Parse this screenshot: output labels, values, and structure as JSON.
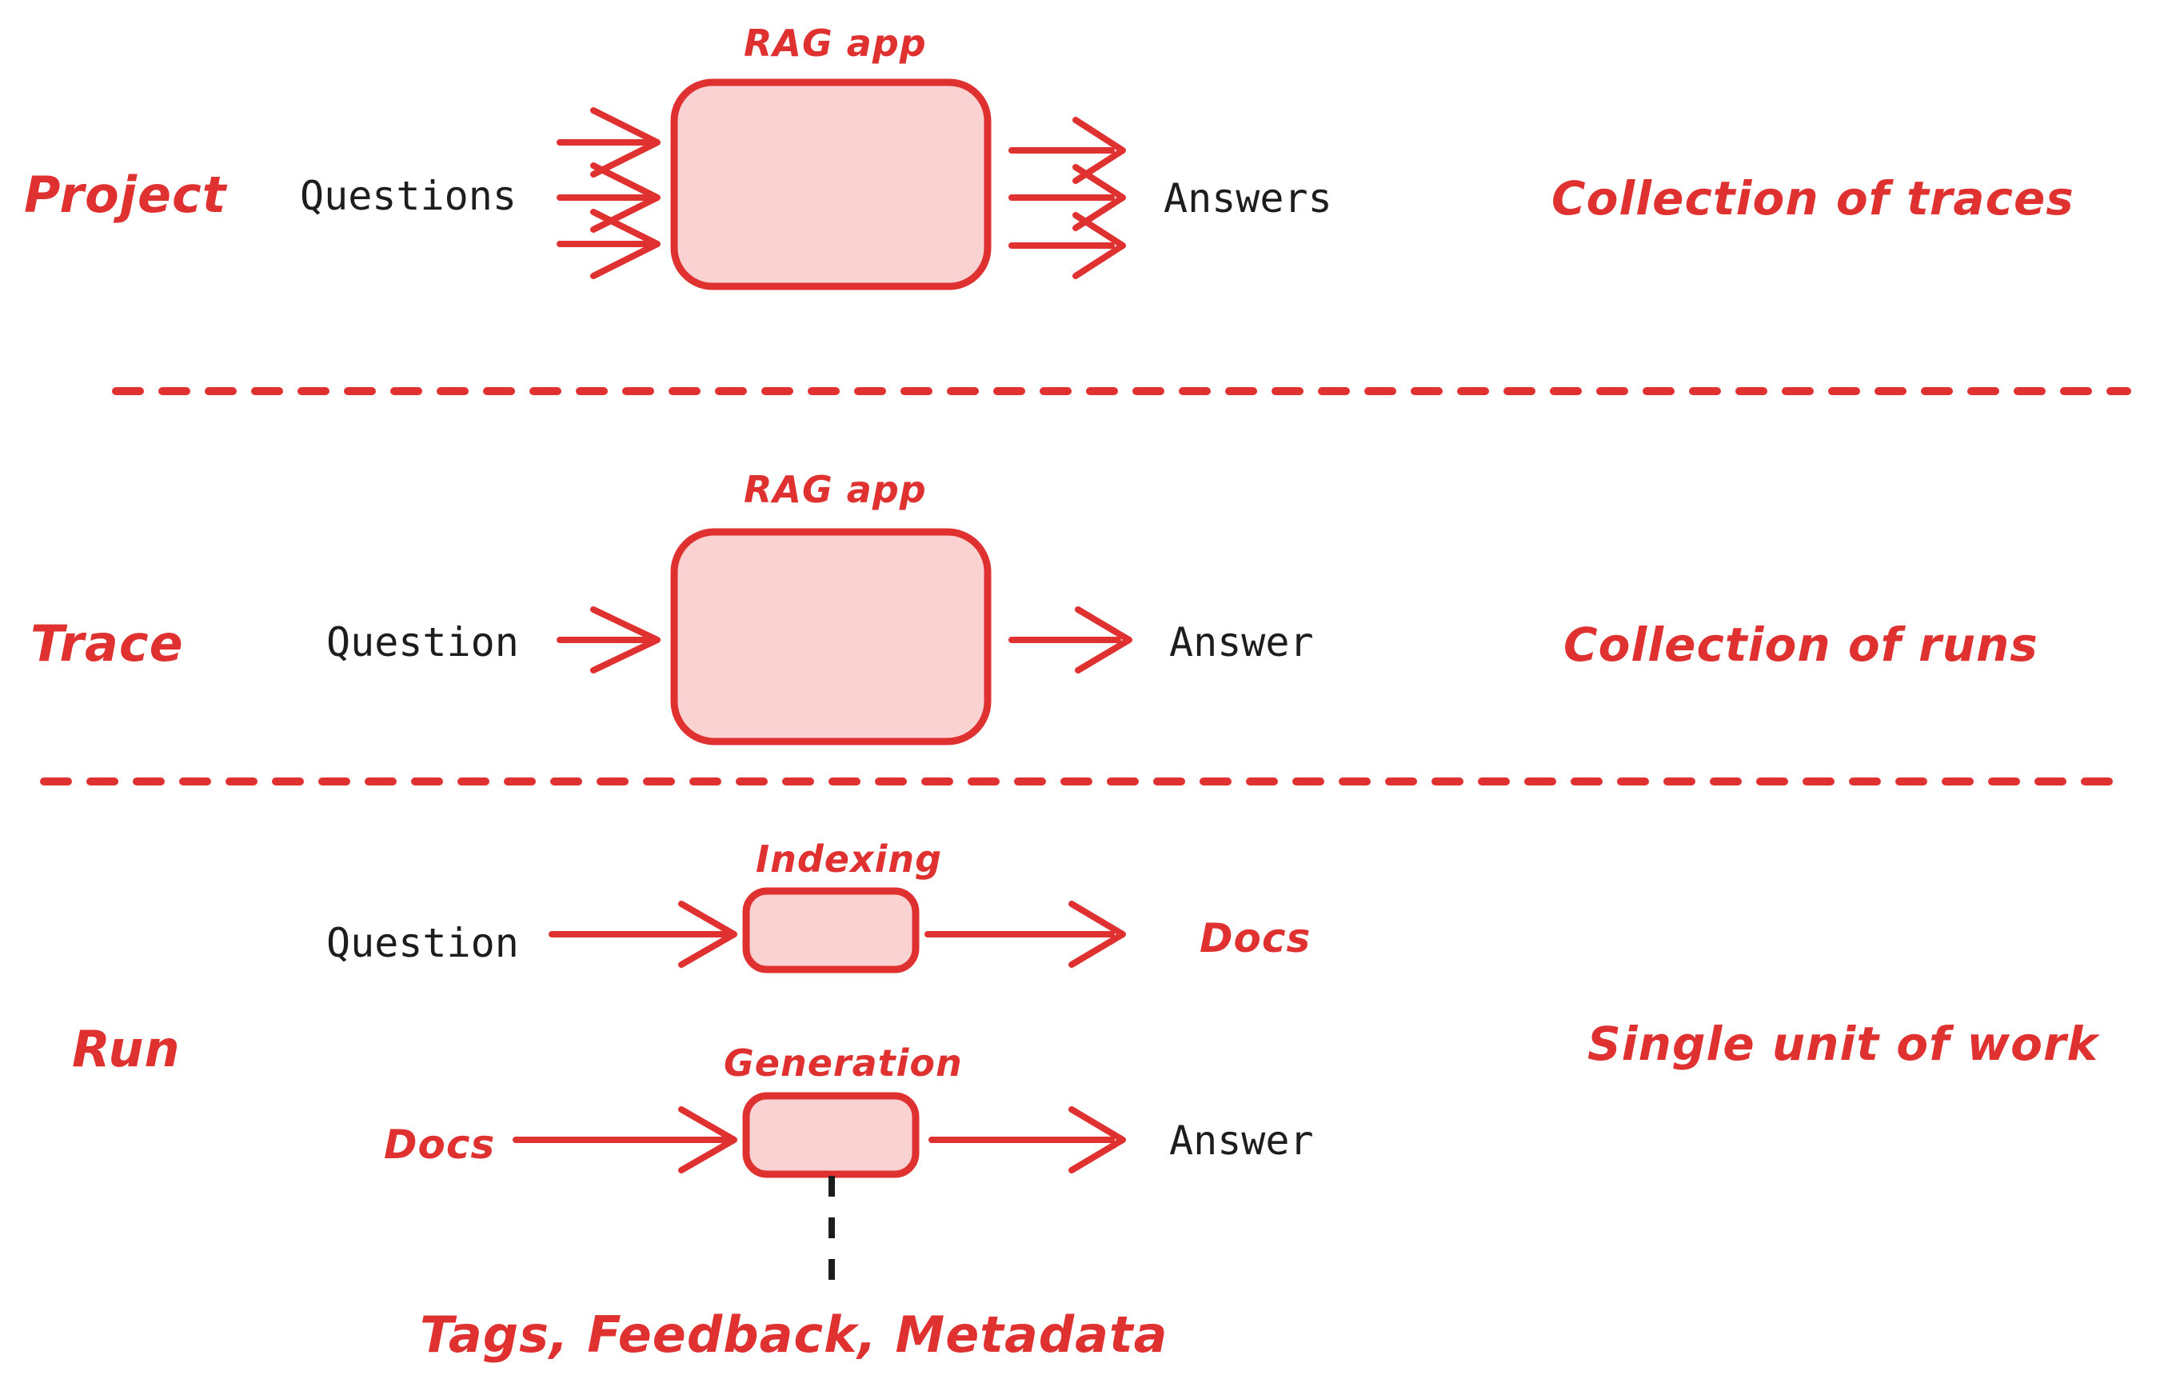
{
  "diagram": {
    "title_hidden": "",
    "palette": {
      "red": "#e03131",
      "node_fill": "#fad2d2",
      "node_stroke": "#e03131",
      "dark_text": "#1d1d1f",
      "background": "#ffffff"
    },
    "sections": [
      {
        "id": "project",
        "left_label": "Project",
        "right_label": "Collection of traces",
        "node_label": "RAG app",
        "input_label": "Questions",
        "output_label": "Answers",
        "input_arrow_count": 3,
        "output_arrow_count": 3
      },
      {
        "id": "trace",
        "left_label": "Trace",
        "right_label": "Collection of runs",
        "node_label": "RAG app",
        "input_label": "Question",
        "output_label": "Answer",
        "input_arrow_count": 1,
        "output_arrow_count": 1
      },
      {
        "id": "run",
        "left_label": "Run",
        "right_label": "Single unit of work",
        "rows": [
          {
            "id": "indexing",
            "node_label": "Indexing",
            "input_label": "Question",
            "output_label": "Docs"
          },
          {
            "id": "generation",
            "node_label": "Generation",
            "input_label": "Docs",
            "output_label": "Answer"
          }
        ],
        "metadata_label": "Tags, Feedback, Metadata"
      }
    ],
    "dividers": [
      {
        "id": "divider-project-trace"
      },
      {
        "id": "divider-trace-run"
      }
    ]
  }
}
